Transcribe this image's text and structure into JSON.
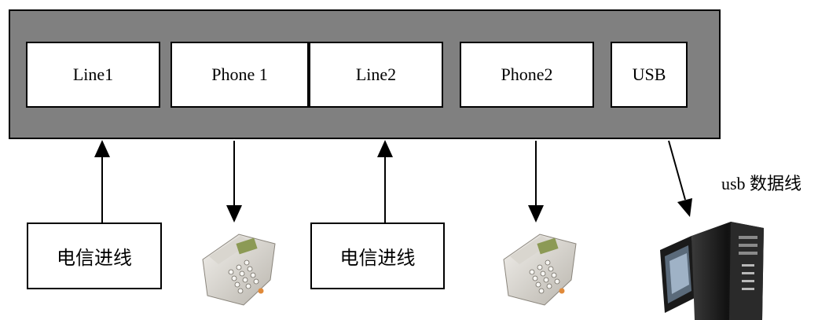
{
  "ports": {
    "line1": "Line1",
    "phone1": "Phone 1",
    "line2": "Line2",
    "phone2": "Phone2",
    "usb": "USB"
  },
  "incoming_lines": {
    "left": "电信进线",
    "right": "电信进线"
  },
  "usb_cable_label": "usb  数据线",
  "colors": {
    "panel": "#808080",
    "phone_body": "#e6e3dd",
    "phone_display": "#8c9a55",
    "computer": "#1a1a1a"
  },
  "icons": [
    "telephone-icon",
    "telephone-icon",
    "computer-tower-icon",
    "monitor-icon"
  ]
}
